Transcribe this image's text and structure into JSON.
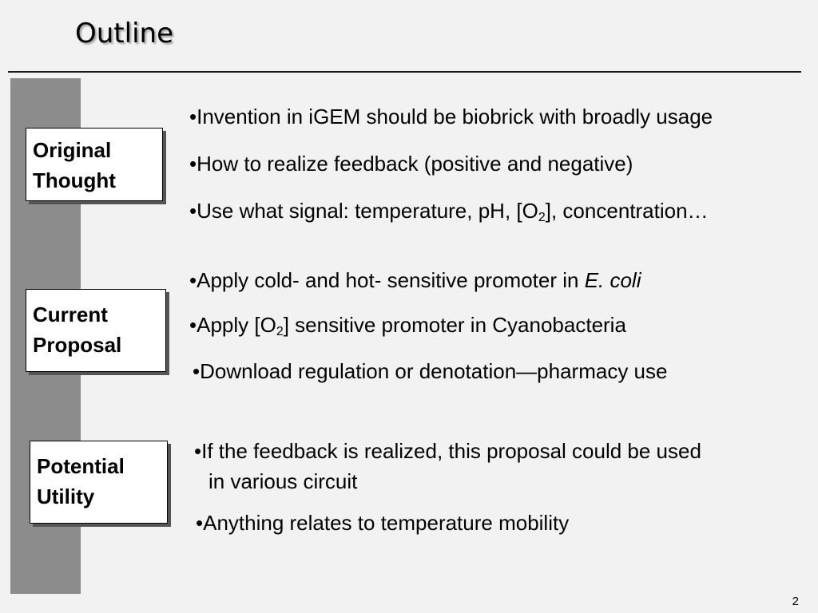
{
  "slide": {
    "title": "Outline",
    "page_number": "2"
  },
  "sections": {
    "original": {
      "line1": "Original",
      "line2": "Thought"
    },
    "current": {
      "line1": "Current",
      "line2": "Proposal"
    },
    "potential": {
      "line1": "Potential",
      "line2": "Utility"
    }
  },
  "bullets": {
    "original": [
      "•Invention in iGEM should be biobrick with broadly usage",
      "•How to realize feedback (positive and negative)",
      {
        "pre": "•Use what signal: temperature, pH, [O",
        "sub": "2",
        "post": "], concentration…"
      }
    ],
    "current": [
      {
        "pre": "•Apply cold- and hot- sensitive promoter in ",
        "italic": "E. coli"
      },
      {
        "pre": "•Apply [O",
        "sub": "2",
        "post": "] sensitive promoter in Cyanobacteria"
      },
      "•Download regulation or denotation—pharmacy use"
    ],
    "potential": [
      {
        "line1": "•If the feedback is realized, this proposal could be used",
        "line2": "in various circuit"
      },
      "•Anything relates to temperature mobility"
    ]
  }
}
